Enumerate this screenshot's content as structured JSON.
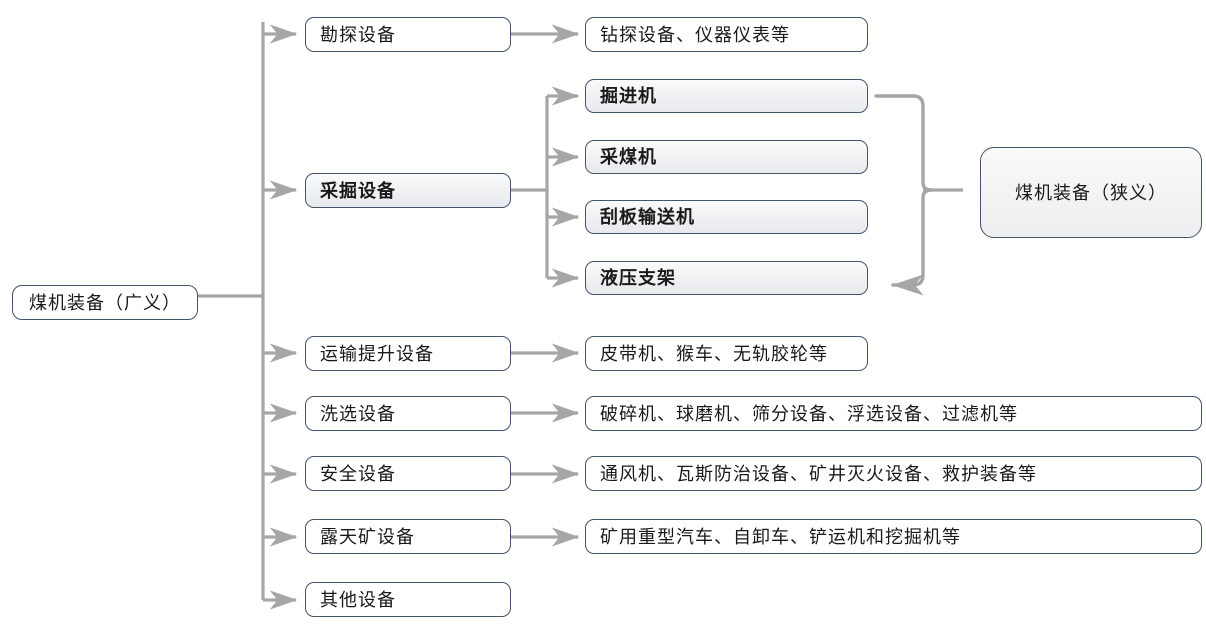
{
  "diagram": {
    "title_root": "煤机装备（广义）",
    "accent_border": "#44546a",
    "connector_color": "#a6a6a6",
    "shaded_fill": "#f0f1f3",
    "root": {
      "label": "煤机装备（广义）"
    },
    "callout": {
      "label": "煤机装备（狭义）",
      "name": "coal-machinery-narrow-callout"
    },
    "categories": [
      {
        "key": "exploration",
        "label": "勘探设备",
        "detail": "钻探设备、仪器仪表等",
        "highlighted": false
      },
      {
        "key": "mining",
        "label": "采掘设备",
        "detail": "",
        "highlighted": true
      },
      {
        "key": "transport",
        "label": "运输提升设备",
        "detail": "皮带机、猴车、无轨胶轮等",
        "highlighted": false
      },
      {
        "key": "washing",
        "label": "洗选设备",
        "detail": "破碎机、球磨机、筛分设备、浮选设备、过滤机等",
        "highlighted": false
      },
      {
        "key": "safety",
        "label": "安全设备",
        "detail": "通风机、瓦斯防治设备、矿井灭火设备、救护装备等",
        "highlighted": false
      },
      {
        "key": "open-pit",
        "label": "露天矿设备",
        "detail": "矿用重型汽车、自卸车、铲运机和挖掘机等",
        "highlighted": false
      },
      {
        "key": "other",
        "label": "其他设备",
        "detail": "",
        "highlighted": false
      }
    ],
    "mining_subitems": [
      {
        "key": "roadheader",
        "label": "掘进机"
      },
      {
        "key": "shearer",
        "label": "采煤机"
      },
      {
        "key": "scraper-conveyor",
        "label": "刮板输送机"
      },
      {
        "key": "hydraulic-support",
        "label": "液压支架"
      }
    ]
  }
}
